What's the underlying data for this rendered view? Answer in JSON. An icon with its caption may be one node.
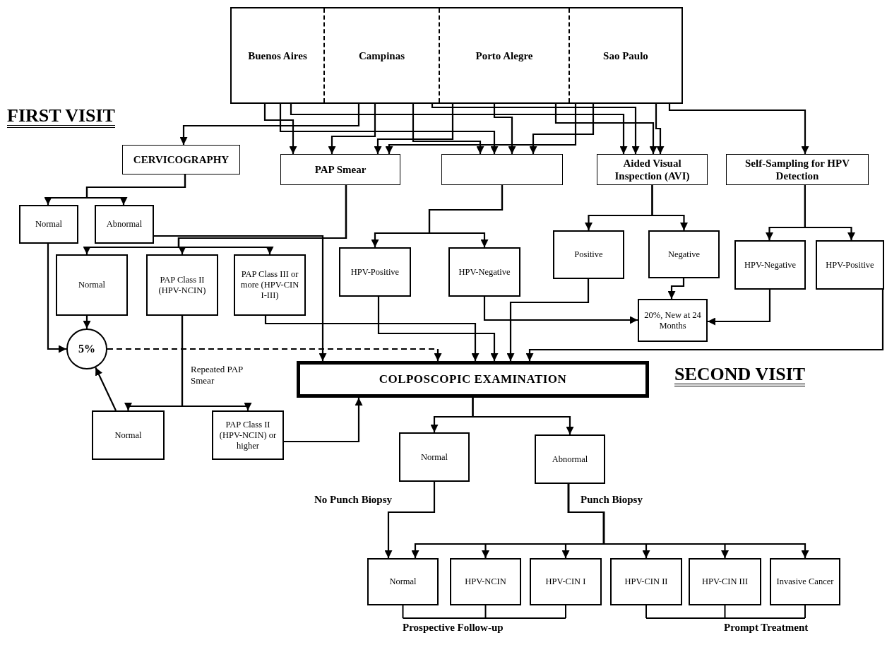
{
  "diagram": {
    "nodes": [
      {
        "text": [],
        "shape": "box"
      },
      {
        "text": [
          "Buenos Aires"
        ],
        "in": 0
      },
      {
        "text": [
          "Campinas"
        ],
        "in": 0
      },
      {
        "text": [
          "Porto Alegre"
        ],
        "in": 0
      },
      {
        "text": [
          "Sao Paulo"
        ],
        "in": 0
      },
      {
        "text": [
          "CERVICOGRAPHY"
        ]
      },
      {
        "text": [
          "PAP Smear"
        ]
      },
      {
        "text": [],
        "shape": "box"
      },
      {
        "text": [
          "Aided Visual Inspection (AVI)"
        ]
      },
      {
        "text": [
          "Self-Sampling for HPV Detection"
        ]
      },
      {
        "text": [
          "Normal"
        ]
      },
      {
        "text": [
          "Abnormal"
        ]
      },
      {
        "text": [
          "HPV-Positive"
        ]
      },
      {
        "text": [
          "HPV-Negative"
        ]
      },
      {
        "text": [
          "Positive"
        ]
      },
      {
        "text": [
          "Negative"
        ]
      },
      {
        "text": [
          "HPV-Negative"
        ]
      },
      {
        "text": [
          "HPV-Positive"
        ]
      },
      {
        "text": [
          "Normal"
        ]
      },
      {
        "text": [
          "PAP Class II (HPV-NCIN)"
        ]
      },
      {
        "text": [
          "PAP Class III or more (HPV-CIN I-III)"
        ]
      },
      {
        "text": [
          "20%, New at 24 Months"
        ]
      },
      {
        "text": [
          "5%"
        ]
      },
      {
        "text": [
          "COLPOSCOPIC EXAMINATION"
        ]
      },
      {
        "text": [
          "Normal"
        ]
      },
      {
        "text": [
          "PAP Class II (HPV-NCIN) or higher"
        ]
      },
      {
        "text": [
          "Normal"
        ]
      },
      {
        "text": [
          "Abnormal"
        ]
      },
      {
        "text": [
          "Normal"
        ]
      },
      {
        "text": [
          "HPV-NCIN"
        ]
      },
      {
        "text": [
          "HPV-CIN I"
        ]
      },
      {
        "text": [
          "HPV-CIN II"
        ]
      },
      {
        "text": [
          "HPV-CIN III"
        ]
      },
      {
        "text": [
          "Invasive Cancer"
        ]
      }
    ],
    "edges": [
      {
        "from": 1,
        "to": 6,
        "arrow": "to"
      },
      {
        "from": 1,
        "to": 7,
        "arrow": "to"
      },
      {
        "from": 1,
        "to": 8,
        "arrow": "to"
      },
      {
        "from": 2,
        "to": 5,
        "arrow": "to"
      },
      {
        "from": 2,
        "to": 6,
        "arrow": "to"
      },
      {
        "from": 2,
        "to": 7,
        "arrow": "to"
      },
      {
        "from": 2,
        "to": 8,
        "arrow": "to"
      },
      {
        "from": 3,
        "to": 6,
        "arrow": "to"
      },
      {
        "from": 3,
        "to": 7,
        "arrow": "to"
      },
      {
        "from": 3,
        "to": 8,
        "arrow": "to"
      },
      {
        "from": 4,
        "to": 6,
        "arrow": "to"
      },
      {
        "from": 4,
        "to": 7,
        "arrow": "to"
      },
      {
        "from": 4,
        "to": 8,
        "arrow": "to"
      },
      {
        "from": 4,
        "to": 9,
        "arrow": "to"
      },
      {
        "from": 5,
        "to": 10,
        "arrow": "to"
      },
      {
        "from": 5,
        "to": 11,
        "arrow": "to"
      },
      {
        "from": 6,
        "to": 18,
        "arrow": "to"
      },
      {
        "from": 6,
        "to": 19,
        "arrow": "to"
      },
      {
        "from": 6,
        "to": 20,
        "arrow": "to"
      },
      {
        "from": 7,
        "to": 12,
        "arrow": "to"
      },
      {
        "from": 7,
        "to": 13,
        "arrow": "to"
      },
      {
        "from": 8,
        "to": 14,
        "arrow": "to"
      },
      {
        "from": 8,
        "to": 15,
        "arrow": "to"
      },
      {
        "from": 9,
        "to": 16,
        "arrow": "to"
      },
      {
        "from": 9,
        "to": 17,
        "arrow": "to"
      },
      {
        "from": 10,
        "to": 22,
        "arrow": "to"
      },
      {
        "from": 18,
        "to": 22,
        "arrow": "to"
      },
      {
        "from": 24,
        "to": 22,
        "arrow": "to"
      },
      {
        "from": 22,
        "to": 23,
        "arrow": "to",
        "style": "dashed"
      },
      {
        "from": 11,
        "to": 23,
        "arrow": "to"
      },
      {
        "from": 20,
        "to": 23,
        "arrow": "to"
      },
      {
        "from": 12,
        "to": 23,
        "arrow": "to"
      },
      {
        "from": 14,
        "to": 23,
        "arrow": "to"
      },
      {
        "from": 17,
        "to": 23,
        "arrow": "to"
      },
      {
        "from": 25,
        "to": 23,
        "arrow": "to"
      },
      {
        "from": 13,
        "to": 21,
        "arrow": "to"
      },
      {
        "from": 15,
        "to": 21,
        "arrow": "to"
      },
      {
        "from": 16,
        "to": 21,
        "arrow": "to"
      },
      {
        "from": 19,
        "to": 24,
        "arrow": "to",
        "label": "Repeated PAP Smear"
      },
      {
        "from": 19,
        "to": 25,
        "arrow": "to"
      },
      {
        "from": 23,
        "to": 26,
        "arrow": "to"
      },
      {
        "from": 23,
        "to": 27,
        "arrow": "to"
      },
      {
        "from": 26,
        "to": 28,
        "arrow": "to",
        "label": "No Punch Biopsy"
      },
      {
        "from": 27,
        "to": 28,
        "arrow": "to",
        "label": "Punch Biopsy"
      },
      {
        "from": 27,
        "to": 29,
        "arrow": "to"
      },
      {
        "from": 27,
        "to": 30,
        "arrow": "to"
      },
      {
        "from": 27,
        "to": 31,
        "arrow": "to"
      },
      {
        "from": 27,
        "to": 32,
        "arrow": "to"
      },
      {
        "from": 27,
        "to": 33,
        "arrow": "to"
      }
    ],
    "labels": [
      "FIRST VISIT",
      "SECOND VISIT",
      "Prospective Follow-up",
      "Prompt Treatment"
    ]
  }
}
